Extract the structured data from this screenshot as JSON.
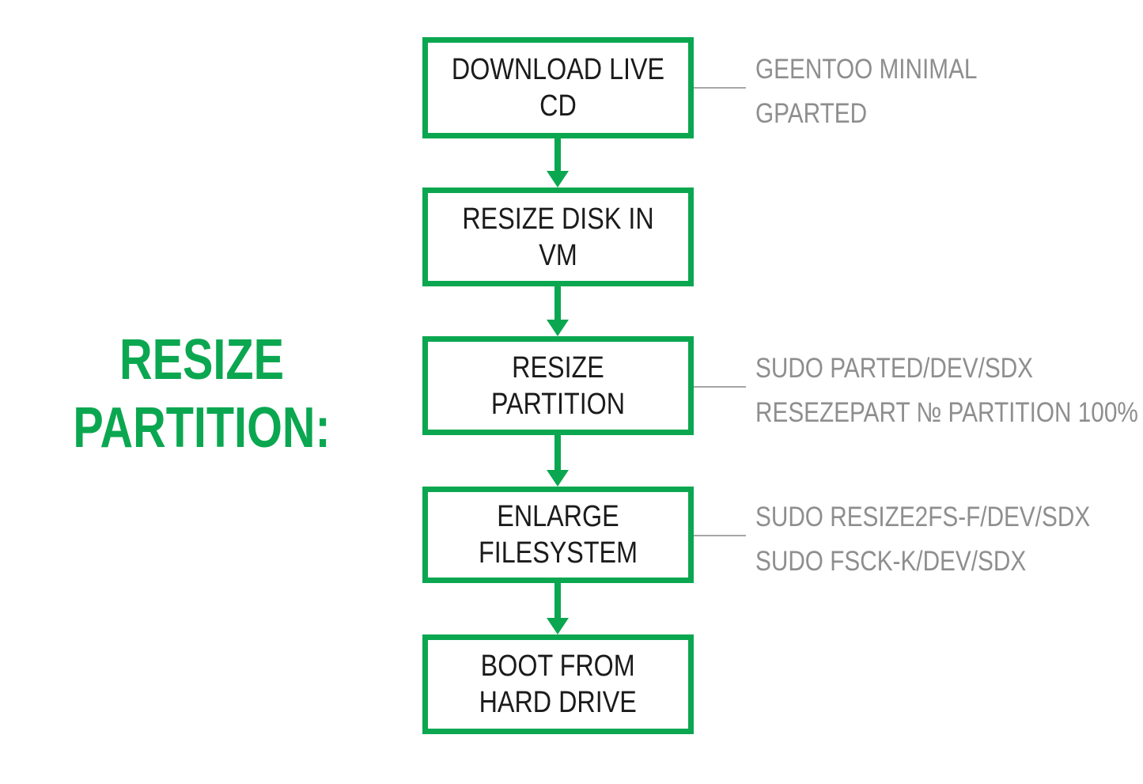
{
  "title": {
    "line1": "RESIZE",
    "line2": "PARTITION:"
  },
  "colors": {
    "accent_green": "#0ba750",
    "note_gray": "#8e8e8e",
    "connector_gray": "#a6a6a6",
    "box_text": "#1b1b1b"
  },
  "flow": {
    "steps": [
      {
        "label": "DOWNLOAD LIVE CD",
        "notes": [
          "GEENTOO MINIMAL",
          "GPARTED"
        ]
      },
      {
        "label": "RESIZE DISK IN VM",
        "notes": []
      },
      {
        "label": "RESIZE PARTITION",
        "notes": [
          "SUDO PARTED/DEV/SDX",
          "RESEZEPART № PARTITION 100%"
        ]
      },
      {
        "label": "ENLARGE FILESYSTEM",
        "notes": [
          "SUDO RESIZE2FS-F/DEV/SDX",
          "SUDO FSCK-K/DEV/SDX"
        ]
      },
      {
        "label": "BOOT FROM\nHARD DRIVE",
        "notes": []
      }
    ]
  }
}
